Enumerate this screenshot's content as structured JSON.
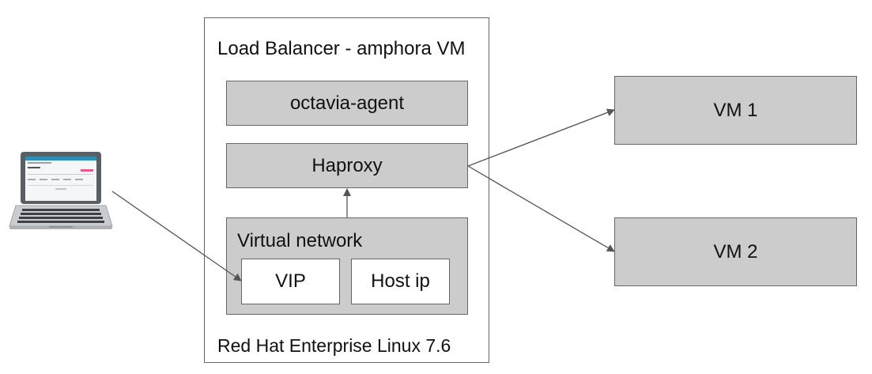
{
  "amphora": {
    "title": "Load Balancer - amphora VM",
    "footer": "Red Hat Enterprise Linux 7.6"
  },
  "octavia_agent": {
    "label": "octavia-agent"
  },
  "haproxy": {
    "label": "Haproxy"
  },
  "virtual_network": {
    "label": "Virtual network",
    "vip_label": "VIP",
    "host_ip_label": "Host ip"
  },
  "backends": [
    {
      "label": "VM 1"
    },
    {
      "label": "VM 2"
    }
  ],
  "client": {
    "icon": "laptop-icon"
  },
  "colors": {
    "box_fill": "#cccccc",
    "border": "#666666",
    "arrow": "#555555"
  }
}
